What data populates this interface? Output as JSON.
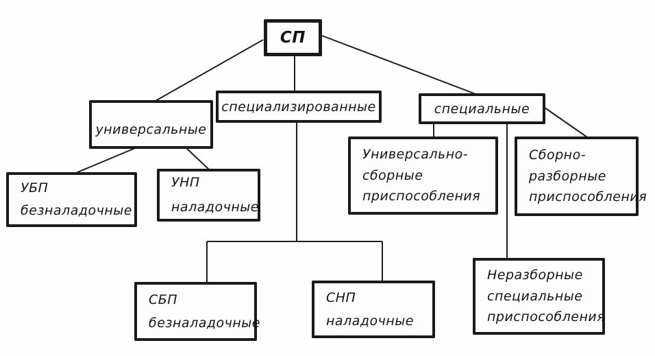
{
  "diagram": {
    "type": "tree",
    "root_id": "sp",
    "nodes": {
      "sp": {
        "label": "СП"
      },
      "universal": {
        "label": "универсальные"
      },
      "specialized": {
        "label": "специализированные"
      },
      "special": {
        "label": "специальные"
      },
      "ubp": {
        "lines": [
          "УБП",
          "безналадочные"
        ]
      },
      "unp": {
        "lines": [
          "УНП",
          "наладочные"
        ]
      },
      "usp": {
        "lines": [
          "Универсально-",
          "сборные",
          "приспособления"
        ]
      },
      "srp": {
        "lines": [
          "Сборно-",
          "разборные",
          "приспособления"
        ]
      },
      "sbp": {
        "lines": [
          "СБП",
          "безналадочные"
        ]
      },
      "snp": {
        "lines": [
          "СНП",
          "наладочные"
        ]
      },
      "nsp": {
        "lines": [
          "Неразборные",
          "специальные",
          "приспособления"
        ]
      }
    },
    "edges": [
      {
        "from": "sp",
        "to": "universal"
      },
      {
        "from": "sp",
        "to": "specialized"
      },
      {
        "from": "sp",
        "to": "special"
      },
      {
        "from": "universal",
        "to": "ubp"
      },
      {
        "from": "universal",
        "to": "unp"
      },
      {
        "from": "specialized",
        "to": "sbp"
      },
      {
        "from": "specialized",
        "to": "snp"
      },
      {
        "from": "special",
        "to": "usp"
      },
      {
        "from": "special",
        "to": "srp"
      },
      {
        "from": "special",
        "to": "nsp"
      }
    ],
    "colors": {
      "stroke": "#1c1c1c",
      "box_border": "#1a1a1a",
      "box_fill": "#fdfdfd",
      "background": "#fefefe",
      "text": "#141414"
    }
  }
}
